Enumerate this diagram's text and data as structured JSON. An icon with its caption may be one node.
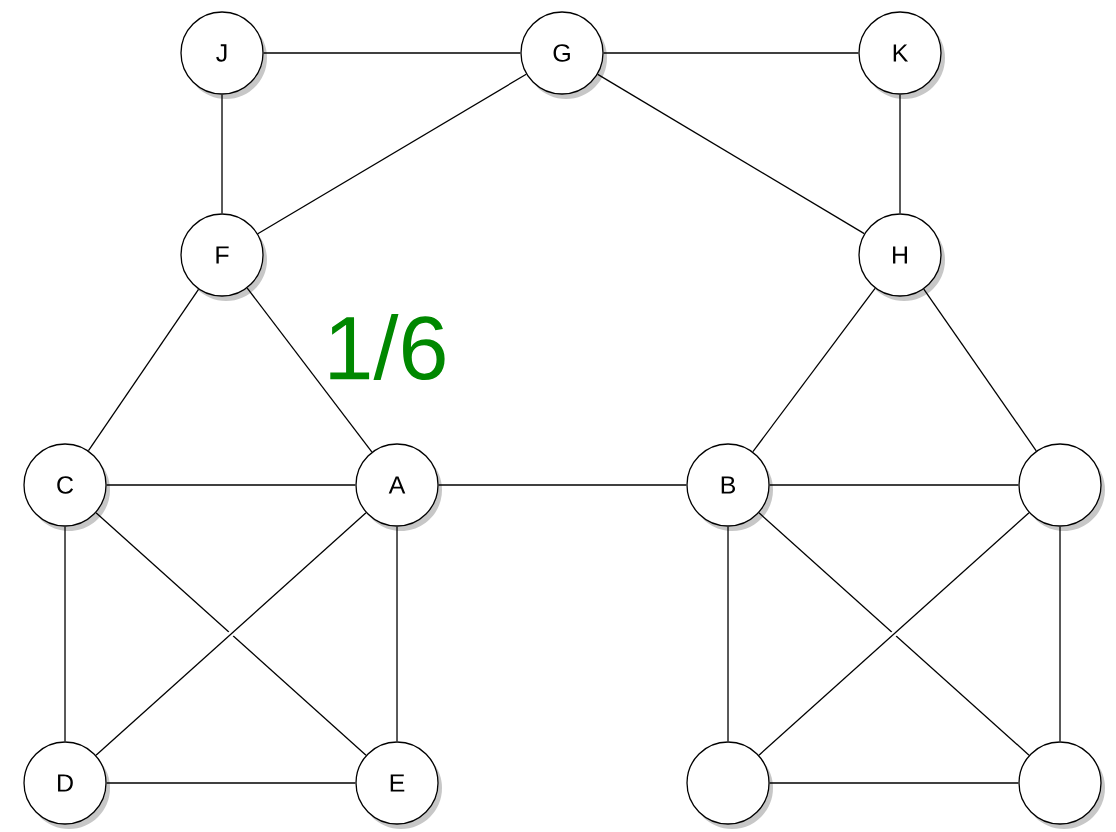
{
  "diagram": {
    "nodes": [
      {
        "text": [
          "J"
        ]
      },
      {
        "text": [
          "G"
        ]
      },
      {
        "text": [
          "K"
        ]
      },
      {
        "text": [
          "F"
        ]
      },
      {
        "text": [
          "H"
        ]
      },
      {
        "text": [
          "C"
        ]
      },
      {
        "text": [
          "A"
        ]
      },
      {
        "text": [
          "B"
        ]
      },
      {
        "text": [],
        "shape": "circle"
      },
      {
        "text": [
          "D"
        ]
      },
      {
        "text": [
          "E"
        ]
      },
      {
        "text": [],
        "shape": "circle"
      },
      {
        "text": [],
        "shape": "circle"
      }
    ],
    "edges": [
      {
        "from": 0,
        "to": 1,
        "arrow": "none"
      },
      {
        "from": 1,
        "to": 2,
        "arrow": "none"
      },
      {
        "from": 0,
        "to": 3,
        "arrow": "none"
      },
      {
        "from": 1,
        "to": 3,
        "arrow": "none"
      },
      {
        "from": 1,
        "to": 4,
        "arrow": "none"
      },
      {
        "from": 2,
        "to": 4,
        "arrow": "none"
      },
      {
        "from": 3,
        "to": 5,
        "arrow": "none"
      },
      {
        "from": 3,
        "to": 6,
        "arrow": "none"
      },
      {
        "from": 4,
        "to": 7,
        "arrow": "none"
      },
      {
        "from": 4,
        "to": 8,
        "arrow": "none"
      },
      {
        "from": 5,
        "to": 6,
        "arrow": "none"
      },
      {
        "from": 6,
        "to": 7,
        "arrow": "none"
      },
      {
        "from": 7,
        "to": 8,
        "arrow": "none"
      },
      {
        "from": 5,
        "to": 9,
        "arrow": "none"
      },
      {
        "from": 5,
        "to": 10,
        "arrow": "none"
      },
      {
        "from": 6,
        "to": 9,
        "arrow": "none"
      },
      {
        "from": 6,
        "to": 10,
        "arrow": "none"
      },
      {
        "from": 9,
        "to": 10,
        "arrow": "none"
      },
      {
        "from": 7,
        "to": 11,
        "arrow": "none"
      },
      {
        "from": 7,
        "to": 12,
        "arrow": "none"
      },
      {
        "from": 8,
        "to": 11,
        "arrow": "none"
      },
      {
        "from": 8,
        "to": 12,
        "arrow": "none"
      },
      {
        "from": 11,
        "to": 12,
        "arrow": "none"
      }
    ],
    "labels": [
      "1/6"
    ]
  }
}
